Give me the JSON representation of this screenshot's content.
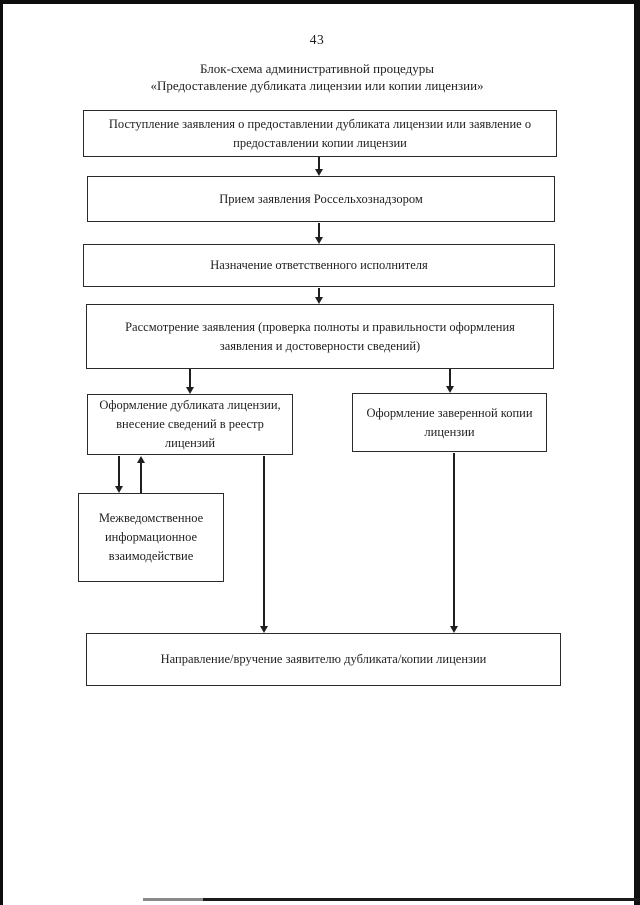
{
  "page": {
    "number": "43",
    "title_line1": "Блок-схема административной процедуры",
    "title_line2": "«Предоставление дубликата лицензии или копии лицензии»"
  },
  "flowchart": {
    "nodes": {
      "step1": {
        "label": "Поступление заявления о предоставлении дубликата лицензии или заявление о предоставлении копии лицензии"
      },
      "step2": {
        "label": "Прием заявления Россельхознадзором"
      },
      "step3": {
        "label": "Назначение ответственного исполнителя"
      },
      "step4": {
        "label": "Рассмотрение заявления (проверка полноты и правильности оформления заявления и достоверности сведений)"
      },
      "step5": {
        "label": "Оформление дубликата лицензии, внесение сведений в реестр лицензий"
      },
      "step6": {
        "label": "Оформление заверенной копии лицензии"
      },
      "step7": {
        "label": "Межведомственное информационное взаимодействие"
      },
      "step8": {
        "label": "Направление/вручение заявителю дубликата/копии лицензии"
      }
    }
  },
  "colors": {
    "ink": "#1f1f1f",
    "box_border": "#2b2b2b",
    "page_background": "#ffffff",
    "scan_edge": "#0d0d0d"
  }
}
